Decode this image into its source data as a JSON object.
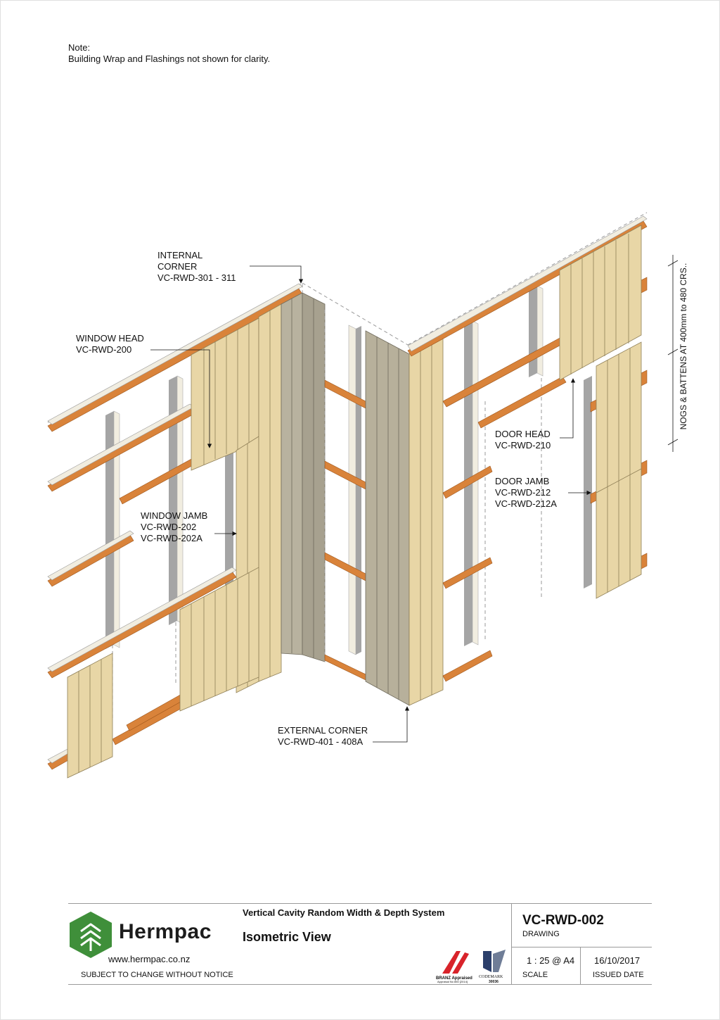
{
  "note": {
    "heading": "Note:",
    "text": "Building Wrap and Flashings not shown for clarity."
  },
  "callouts": {
    "internal_corner": [
      "INTERNAL",
      "CORNER",
      "VC-RWD-301 - 311"
    ],
    "window_head": [
      "WINDOW HEAD",
      "VC-RWD-200"
    ],
    "window_jamb": [
      "WINDOW JAMB",
      "VC-RWD-202",
      "VC-RWD-202A"
    ],
    "door_head": [
      "DOOR HEAD",
      "VC-RWD-210"
    ],
    "door_jamb": [
      "DOOR JAMB",
      "VC-RWD-212",
      "VC-RWD-212A"
    ],
    "external_corner": [
      "EXTERNAL CORNER",
      "VC-RWD-401 - 408A"
    ],
    "spacing": "NOGS & BATTENS AT 400mm to 480 CRS.."
  },
  "colors": {
    "timber": "#d9833a",
    "timber_dark": "#b5621f",
    "cladding": "#e8d6a6",
    "cladding_line": "#8f7f57",
    "framing": "#f1ede0",
    "framing_shadow": "#9d9d9d",
    "corner_dark": "#a7a18f",
    "brand_green": "#3f8f3a"
  },
  "title_block": {
    "brand": "Hermpac",
    "logo_icon": "tree-hexagon-icon",
    "website": "www.hermpac.co.nz",
    "notice": "SUBJECT TO CHANGE WITHOUT NOTICE",
    "project_title": "Vertical Cavity Random Width & Depth System",
    "sheet_title": "Isometric View",
    "drawing_number": "VC-RWD-002",
    "drawing_caption": "DRAWING",
    "scale": "1 : 25 @ A4",
    "scale_caption": "SCALE",
    "issued_date": "16/10/2017",
    "issued_caption": "ISSUED DATE",
    "branz_mark": "BRANZ Appraised",
    "branz_sub": "Appraisal No 850 [2014]",
    "codemark_mark": "CODEMARK",
    "codemark_number": "30036"
  }
}
